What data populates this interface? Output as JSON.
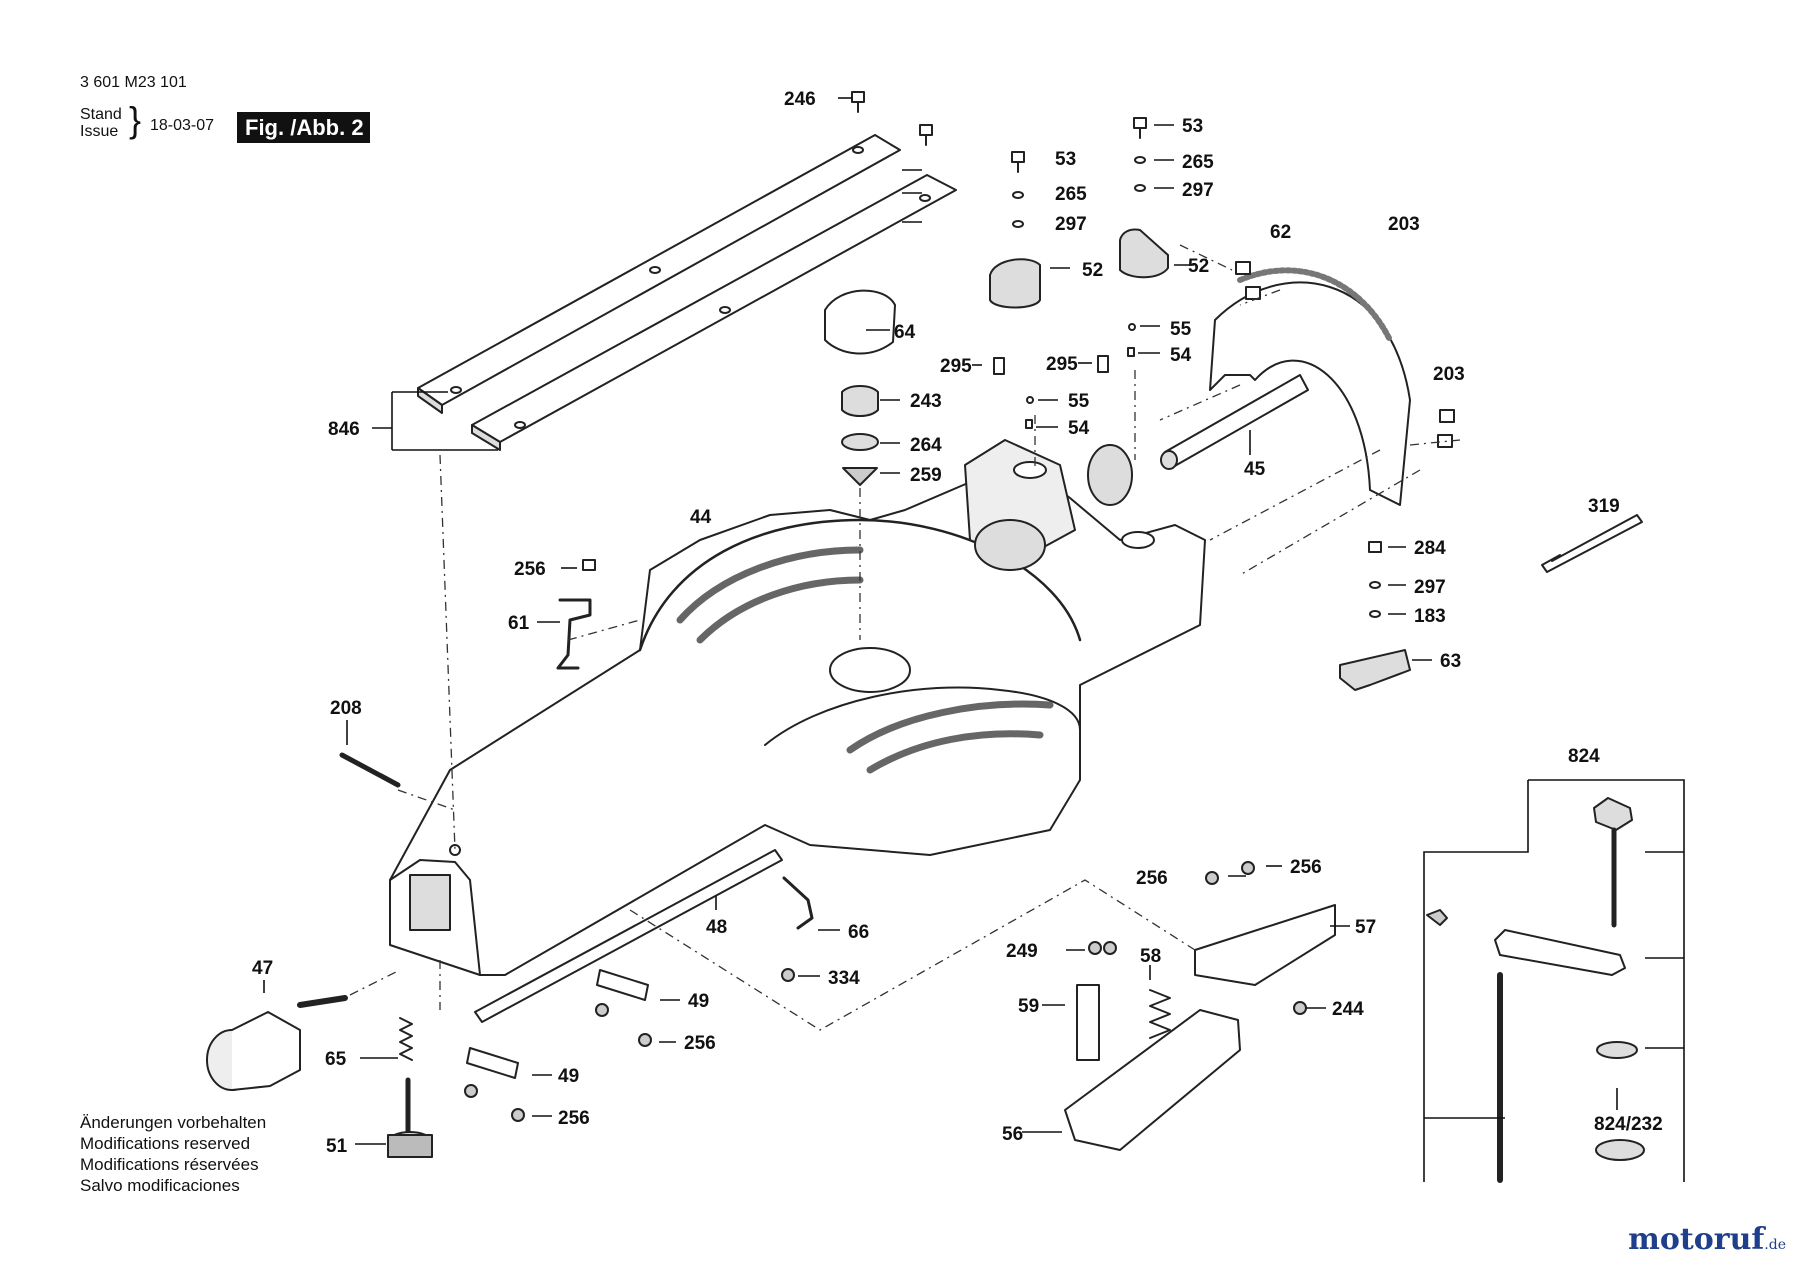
{
  "header": {
    "part_number": "3 601 M23 101",
    "stand_label": "Stand",
    "issue_label": "Issue",
    "date": "18-03-07",
    "fig_label": "Fig. /Abb. 2"
  },
  "notes": [
    "Änderungen vorbehalten",
    "Modifications reserved",
    "Modifications réservées",
    "Salvo modificaciones"
  ],
  "brand": {
    "name": "motoruf",
    "tld": ".de"
  },
  "parts": [
    {
      "id": "p246",
      "label": "246"
    },
    {
      "id": "p846",
      "label": "846"
    },
    {
      "id": "p53a",
      "label": "53"
    },
    {
      "id": "p265a",
      "label": "265"
    },
    {
      "id": "p297a",
      "label": "297"
    },
    {
      "id": "p52a",
      "label": "52"
    },
    {
      "id": "p53b",
      "label": "53"
    },
    {
      "id": "p265b",
      "label": "265"
    },
    {
      "id": "p297b",
      "label": "297"
    },
    {
      "id": "p52b",
      "label": "52"
    },
    {
      "id": "p62",
      "label": "62"
    },
    {
      "id": "p203a",
      "label": "203"
    },
    {
      "id": "p203b",
      "label": "203"
    },
    {
      "id": "p64",
      "label": "64"
    },
    {
      "id": "p295a",
      "label": "295"
    },
    {
      "id": "p295b",
      "label": "295"
    },
    {
      "id": "p55a",
      "label": "55"
    },
    {
      "id": "p54a",
      "label": "54"
    },
    {
      "id": "p55b",
      "label": "55"
    },
    {
      "id": "p54b",
      "label": "54"
    },
    {
      "id": "p243",
      "label": "243"
    },
    {
      "id": "p264",
      "label": "264"
    },
    {
      "id": "p259",
      "label": "259"
    },
    {
      "id": "p45",
      "label": "45"
    },
    {
      "id": "p319",
      "label": "319"
    },
    {
      "id": "p44",
      "label": "44"
    },
    {
      "id": "p256a",
      "label": "256"
    },
    {
      "id": "p61",
      "label": "61"
    },
    {
      "id": "p284",
      "label": "284"
    },
    {
      "id": "p297c",
      "label": "297"
    },
    {
      "id": "p183",
      "label": "183"
    },
    {
      "id": "p63",
      "label": "63"
    },
    {
      "id": "p208",
      "label": "208"
    },
    {
      "id": "p824",
      "label": "824"
    },
    {
      "id": "p256b",
      "label": "256"
    },
    {
      "id": "p256c",
      "label": "256"
    },
    {
      "id": "p57",
      "label": "57"
    },
    {
      "id": "p48",
      "label": "48"
    },
    {
      "id": "p66",
      "label": "66"
    },
    {
      "id": "p249",
      "label": "249"
    },
    {
      "id": "p58",
      "label": "58"
    },
    {
      "id": "p47",
      "label": "47"
    },
    {
      "id": "p334",
      "label": "334"
    },
    {
      "id": "p59",
      "label": "59"
    },
    {
      "id": "p244",
      "label": "244"
    },
    {
      "id": "p49a",
      "label": "49"
    },
    {
      "id": "p65",
      "label": "65"
    },
    {
      "id": "p256d",
      "label": "256"
    },
    {
      "id": "p49b",
      "label": "49"
    },
    {
      "id": "p824_232",
      "label": "824/232"
    },
    {
      "id": "p256e",
      "label": "256"
    },
    {
      "id": "p51",
      "label": "51"
    },
    {
      "id": "p56",
      "label": "56"
    }
  ]
}
